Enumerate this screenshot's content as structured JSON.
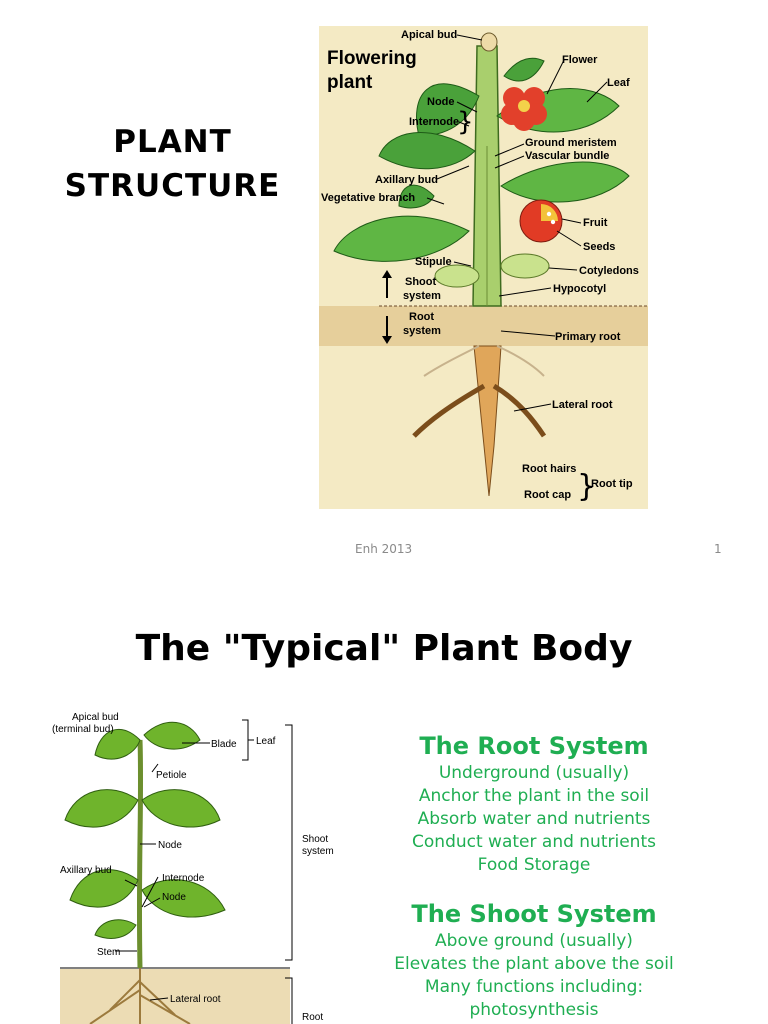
{
  "slide1": {
    "title_line1": "PLANT",
    "title_line2": "STRUCTURE",
    "footer_left": "Enh 2013",
    "footer_right": "1",
    "figure": {
      "title_line1": "Flowering",
      "title_line2": "plant",
      "labels": {
        "apical_bud": "Apical bud",
        "flower": "Flower",
        "leaf": "Leaf",
        "node": "Node",
        "internode": "Internode",
        "ground_meristem": "Ground meristem",
        "vascular_bundle": "Vascular bundle",
        "axillary_bud": "Axillary bud",
        "vegetative_branch": "Vegetative branch",
        "fruit": "Fruit",
        "seeds": "Seeds",
        "stipule": "Stipule",
        "cotyledons": "Cotyledons",
        "shoot_system_1": "Shoot",
        "shoot_system_2": "system",
        "hypocotyl": "Hypocotyl",
        "root_system_1": "Root",
        "root_system_2": "system",
        "primary_root": "Primary root",
        "lateral_root": "Lateral root",
        "root_hairs": "Root hairs",
        "root_cap": "Root cap",
        "root_tip": "Root tip"
      }
    }
  },
  "slide2": {
    "title": "The \"Typical\" Plant Body",
    "figure": {
      "labels": {
        "apical_bud_1": "Apical bud",
        "apical_bud_2": "(terminal bud)",
        "blade": "Blade",
        "leaf": "Leaf",
        "petiole": "Petiole",
        "shoot_system_1": "Shoot",
        "shoot_system_2": "system",
        "node1": "Node",
        "axillary_bud": "Axillary bud",
        "internode": "Internode",
        "node2": "Node",
        "stem": "Stem",
        "lateral_root": "Lateral root",
        "root_system": "Root"
      }
    },
    "root_system": {
      "title": "The Root System",
      "lines": [
        "Underground (usually)",
        "Anchor the plant in the soil",
        "Absorb water and nutrients",
        "Conduct water and nutrients",
        "Food Storage"
      ]
    },
    "shoot_system": {
      "title": "The Shoot System",
      "lines": [
        "Above ground (usually)",
        "Elevates the plant above the soil",
        "Many functions including:",
        "photosynthesis"
      ]
    }
  }
}
